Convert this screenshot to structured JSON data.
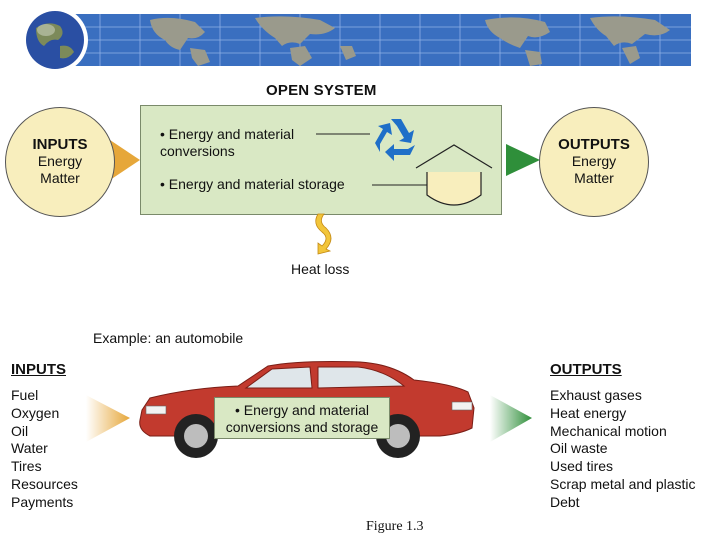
{
  "title": "OPEN SYSTEM",
  "inputs_circle": {
    "title": "INPUTS",
    "lines": [
      "Energy",
      "Matter"
    ]
  },
  "outputs_circle": {
    "title": "OUTPUTS",
    "lines": [
      "Energy",
      "Matter"
    ]
  },
  "system_bullets": [
    "• Energy and material conversions",
    "• Energy and material storage"
  ],
  "heat_loss": "Heat loss",
  "example_label": "Example: an automobile",
  "car_inputs": {
    "heading": "INPUTS",
    "items": [
      "Fuel",
      "Oxygen",
      "Oil",
      "Water",
      "Tires",
      "Resources",
      "Payments"
    ]
  },
  "car_outputs": {
    "heading": "OUTPUTS",
    "items": [
      "Exhaust gases",
      "Heat energy",
      "Mechanical motion",
      "Oil waste",
      "Used tires",
      "Scrap metal and plastic",
      "Debt"
    ]
  },
  "car_box": {
    "lines": [
      "• Energy and material",
      "conversions and storage"
    ]
  },
  "figure_caption": "Figure 1.3",
  "colors": {
    "banner_blue": "#3a6fc0",
    "land": "#9a9a8c",
    "system_box": "#d9e8c4",
    "circle_fill": "#f8eebd",
    "input_arrow": "#e6a73a",
    "output_arrow": "#2f8f3a",
    "recycle": "#1f6fc8",
    "car_red": "#c23a2e"
  },
  "icons": [
    "globe-icon",
    "recycle-icon",
    "storage-house-icon",
    "heat-arrow-icon",
    "car-illustration"
  ]
}
